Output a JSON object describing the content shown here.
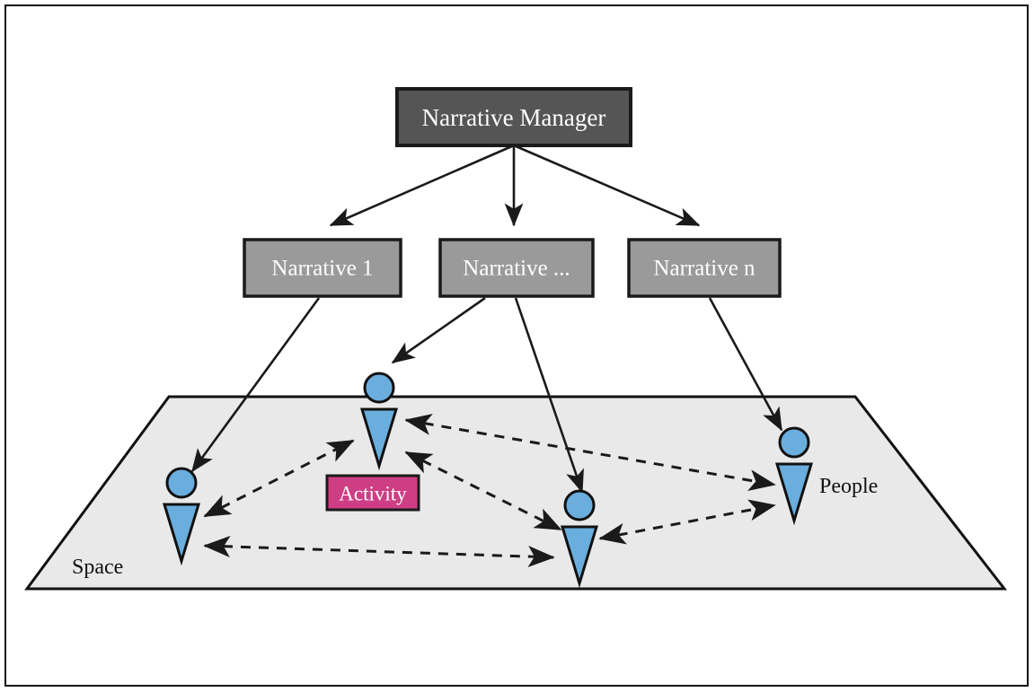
{
  "diagram": {
    "title_box": {
      "label": "Narrative Manager",
      "fill": "#555555",
      "stroke": "#1a1a1a",
      "text_color": "#ffffff"
    },
    "narrative_boxes": [
      {
        "label": "Narrative 1",
        "fill": "#9a9a9a"
      },
      {
        "label": "Narrative ...",
        "fill": "#9a9a9a"
      },
      {
        "label": "Narrative n",
        "fill": "#9a9a9a"
      }
    ],
    "activity_box": {
      "label": "Activity",
      "fill": "#ce3e84",
      "stroke": "#1a1a1a",
      "text_color": "#ffffff"
    },
    "plane": {
      "space_label": "Space",
      "people_label": "People",
      "fill": "#e9e9e9",
      "stroke": "#111111"
    },
    "person_color": "#6aaedd",
    "person_stroke": "#111111",
    "people_count": 4,
    "edge_colors": {
      "solid": "#1a1a1a",
      "dashed": "#1a1a1a"
    }
  }
}
